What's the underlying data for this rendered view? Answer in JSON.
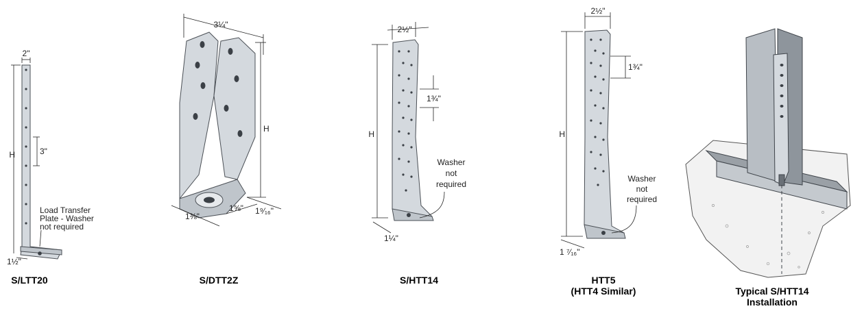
{
  "captions": {
    "ltt20": "S/LTT20",
    "dtt2z": "S/DTT2Z",
    "htt14": "S/HTT14",
    "htt5_line1": "HTT5",
    "htt5_line2": "(HTT4 Similar)",
    "install_line1": "Typical S/HTT14",
    "install_line2": "Installation"
  },
  "ltt20": {
    "width": "2\"",
    "spacing": "3\"",
    "height": "H",
    "base": "1½\"",
    "note_line1": "Load Transfer",
    "note_line2": "Plate - Washer",
    "note_line3": "not required"
  },
  "dtt2z": {
    "width": "3¼\"",
    "height": "H",
    "dim_a": "1⅜\"",
    "dim_b": "1⅝\"",
    "dim_c": "1⁹⁄₁₆\""
  },
  "htt14": {
    "width": "2½\"",
    "spacing": "1¾\"",
    "height": "H",
    "base": "1¼\"",
    "note_line1": "Washer",
    "note_line2": "not",
    "note_line3": "required"
  },
  "htt5": {
    "width": "2½\"",
    "spacing": "1¾\"",
    "height": "H",
    "base": "1 ⁷⁄₁₆\"",
    "note_line1": "Washer",
    "note_line2": "not",
    "note_line3": "required"
  },
  "colors": {
    "metal": "#d4d9de",
    "metal_dark": "#bfc5cb",
    "outline": "#4a4f55",
    "concrete": "#f2f2f2"
  }
}
